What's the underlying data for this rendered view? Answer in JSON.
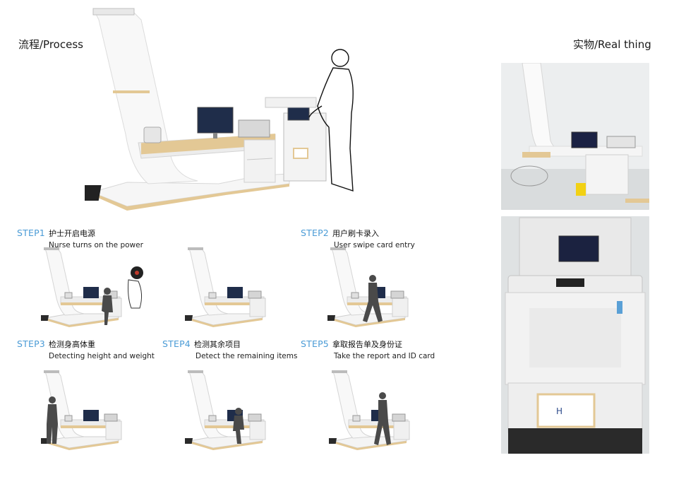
{
  "headings": {
    "process": "流程/Process",
    "real_thing": "实物/Real thing"
  },
  "steps": [
    {
      "tag": "STEP1",
      "cn": "护士开启电源",
      "en": "Nurse turns on the power"
    },
    {
      "tag": "STEP2",
      "cn": "用户刷卡录入",
      "en": "User swipe card entry"
    },
    {
      "tag": "STEP3",
      "cn": "检测身高体重",
      "en": "Detecting height and weight"
    },
    {
      "tag": "STEP4",
      "cn": "检测其余项目",
      "en": "Detect the remaining items"
    },
    {
      "tag": "STEP5",
      "cn": "拿取报告单及身份证",
      "en": "Take the report and ID card"
    }
  ],
  "colors": {
    "step_accent": "#4a9bd6",
    "base_wood": "#e3c895",
    "body_white": "#f4f4f4"
  },
  "icons": [
    "kiosk-illustration",
    "nurse-figure",
    "power-button-icon",
    "user-silhouette",
    "printer-icon",
    "monitor-icon"
  ]
}
